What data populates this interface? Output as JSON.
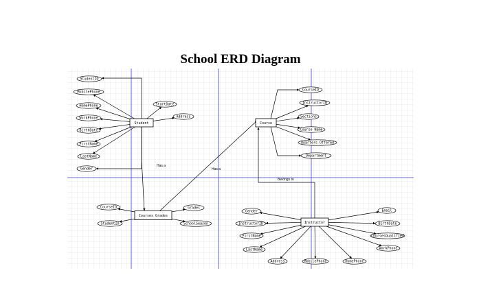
{
  "title": "School ERD Diagram",
  "entities": {
    "student": "Student",
    "course": "Course",
    "courses_grades": "Courses Grades",
    "instructor": "Instructor"
  },
  "student_attributes": [
    "StudentID",
    "MobilePhone",
    "HomePhone",
    "WorkPhone",
    "BirthDate",
    "FirstName",
    "LastName",
    "Gender",
    "StartDate",
    "Address"
  ],
  "course_attributes": [
    "CourseID",
    "InstructorID",
    "Sections",
    "Course Name",
    "Quarters Offered",
    "Department"
  ],
  "grades_attributes": [
    "CourseID",
    "StudentID",
    "Grades",
    "SchoolSeason"
  ],
  "instructor_attributes": [
    "Gender",
    "InstructorID",
    "FirstName",
    "LastName",
    "Address",
    "MobilePhone",
    "HomePhone",
    "WorkPhone",
    "CoursesQualified",
    "BirthDate",
    "Email"
  ],
  "relationships": [
    "Has a",
    "Has a",
    "Belongs to"
  ]
}
